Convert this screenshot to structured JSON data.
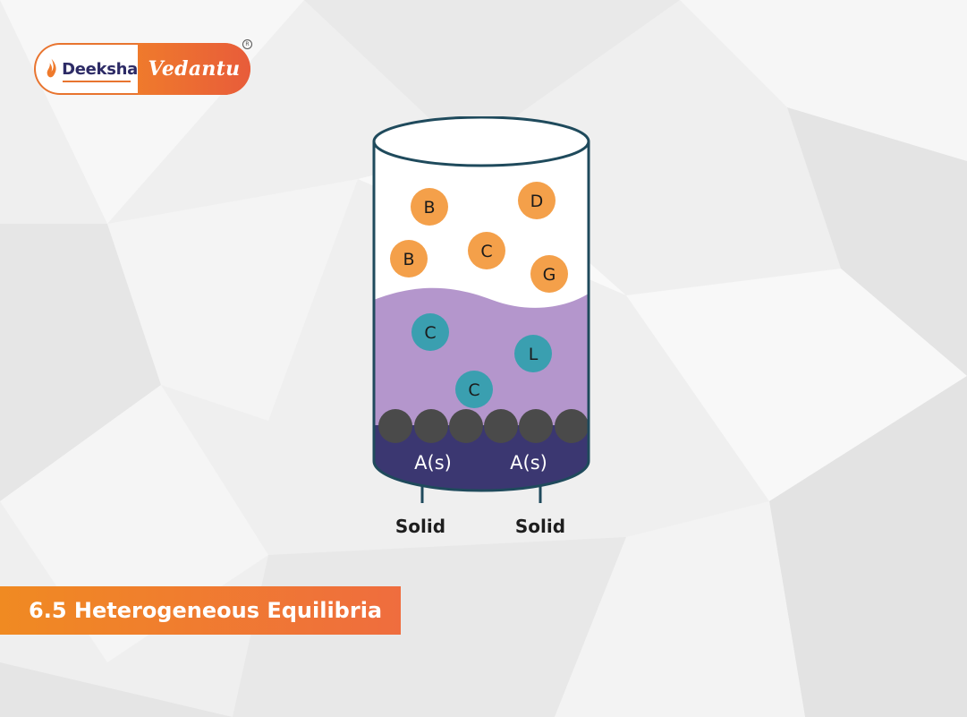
{
  "logo": {
    "left_text": "Deeksha",
    "right_text": "Vedantu",
    "reg_mark": "R"
  },
  "diagram": {
    "gas_particles": [
      "B",
      "D",
      "B",
      "C",
      "G"
    ],
    "liquid_particles": [
      "C",
      "L",
      "C"
    ],
    "solid_labels": [
      "A(s)",
      "A(s)"
    ],
    "callout_labels": [
      "Solid",
      "Solid"
    ],
    "colors": {
      "gas_particle": "#f4a04a",
      "liquid_particle": "#3a9fb0",
      "liquid": "#b496cc",
      "solid_layer": "#3b3771",
      "solid_balls": "#4a4a4a",
      "outline": "#1f4a5c"
    }
  },
  "section": {
    "title": "6.5 Heterogeneous Equilibria"
  }
}
